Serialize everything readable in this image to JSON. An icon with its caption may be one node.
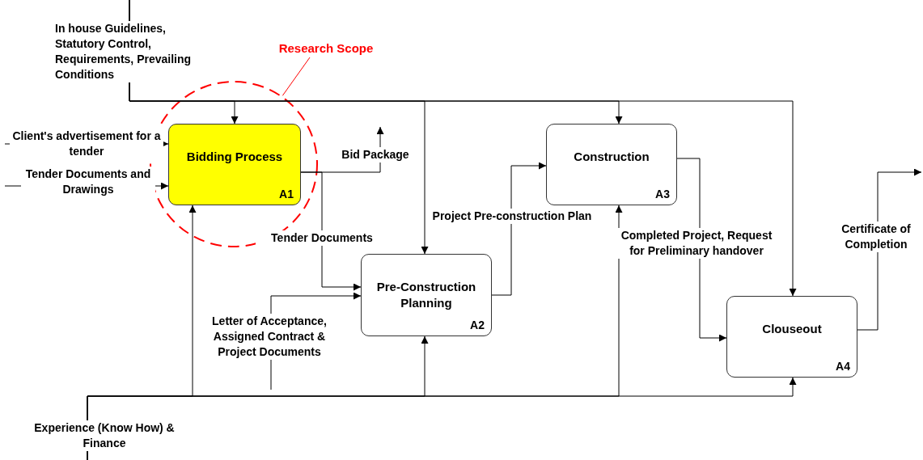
{
  "diagram": {
    "nodes": [
      {
        "text": [
          "Research Scope"
        ]
      },
      {
        "text": [],
        "shape": "circle"
      },
      {
        "text": [
          "Bidding Process",
          "A1"
        ],
        "in": 1
      },
      {
        "text": [
          "Pre-Construction Planning",
          "A2"
        ]
      },
      {
        "text": [
          "Construction",
          "A3"
        ]
      },
      {
        "text": [
          "Clouseout",
          "A4"
        ]
      }
    ],
    "edges": [
      {
        "from": 0,
        "to": 1,
        "arrow": "none",
        "color": "#ff0000"
      },
      {
        "from": null,
        "to": 2,
        "arrow": "to",
        "label": "In house Guidelines, Statutory Control, Requirements, Prevailing Conditions"
      },
      {
        "from": null,
        "to": 3,
        "arrow": "to"
      },
      {
        "from": null,
        "to": 4,
        "arrow": "to"
      },
      {
        "from": null,
        "to": 5,
        "arrow": "to"
      },
      {
        "from": null,
        "to": 2,
        "arrow": "to",
        "label": "Client's advertisement for a tender"
      },
      {
        "from": null,
        "to": 2,
        "arrow": "to",
        "label": "Tender Documents and Drawings"
      },
      {
        "from": 2,
        "to": null,
        "arrow": "to",
        "label": "Bid Package"
      },
      {
        "from": 2,
        "to": 3,
        "arrow": "to",
        "label": "Tender Documents"
      },
      {
        "from": null,
        "to": 3,
        "arrow": "to",
        "label": "Letter of Acceptance, Assigned Contract & Project Documents"
      },
      {
        "from": 3,
        "to": 4,
        "arrow": "to",
        "label": "Project Pre-construction Plan"
      },
      {
        "from": 4,
        "to": 5,
        "arrow": "to",
        "label": "Completed Project, Request for Preliminary handover"
      },
      {
        "from": 5,
        "to": null,
        "arrow": "to",
        "label": "Certificate of Completion"
      },
      {
        "from": null,
        "to": 2,
        "arrow": "to",
        "label": "Experience (Know How) & Finance"
      },
      {
        "from": null,
        "to": 3,
        "arrow": "to"
      },
      {
        "from": null,
        "to": 4,
        "arrow": "to"
      },
      {
        "from": null,
        "to": 5,
        "arrow": "to"
      }
    ]
  }
}
